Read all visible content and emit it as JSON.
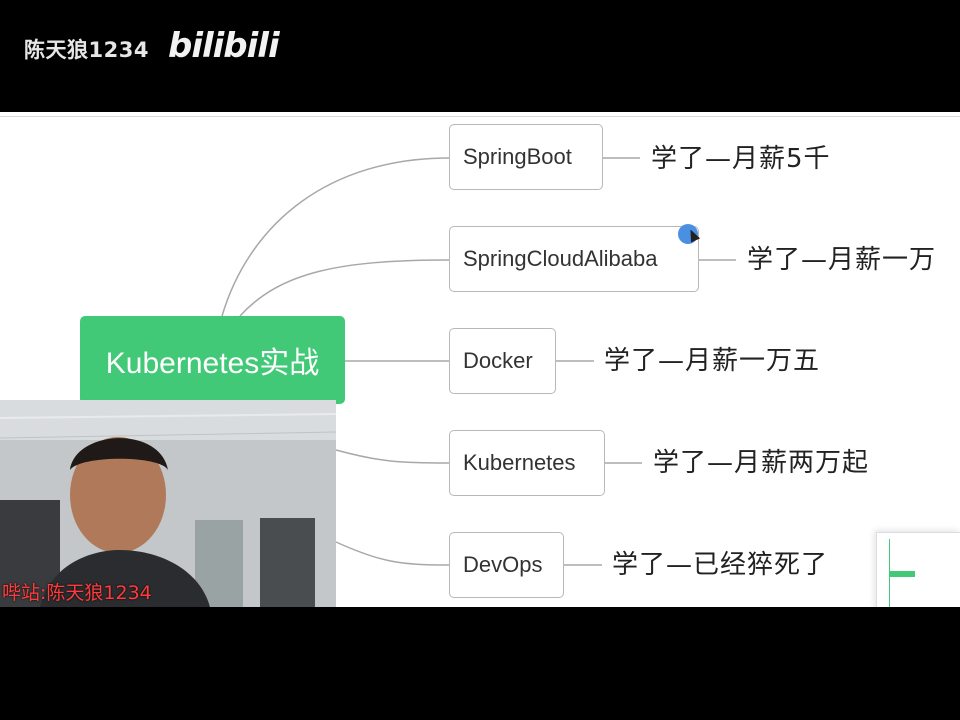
{
  "header": {
    "channel_name": "陈天狼1234",
    "site_logo": "bilibili"
  },
  "mindmap": {
    "root": "Kubernetes实战",
    "branches": [
      {
        "label": "SpringBoot",
        "note": "学了—月薪5千"
      },
      {
        "label": "SpringCloudAlibaba",
        "note": "学了—月薪一万"
      },
      {
        "label": "Docker",
        "note": "学了—月薪一万五"
      },
      {
        "label": "Kubernetes",
        "note": "学了—月薪两万起"
      },
      {
        "label": "DevOps",
        "note": "学了—已经猝死了"
      }
    ]
  },
  "webcam": {
    "watermark": "哔站:陈天狼1234"
  },
  "colors": {
    "root_node": "#41c977",
    "cursor_dot": "#4a90e2",
    "watermark": "#ff3b3b"
  }
}
